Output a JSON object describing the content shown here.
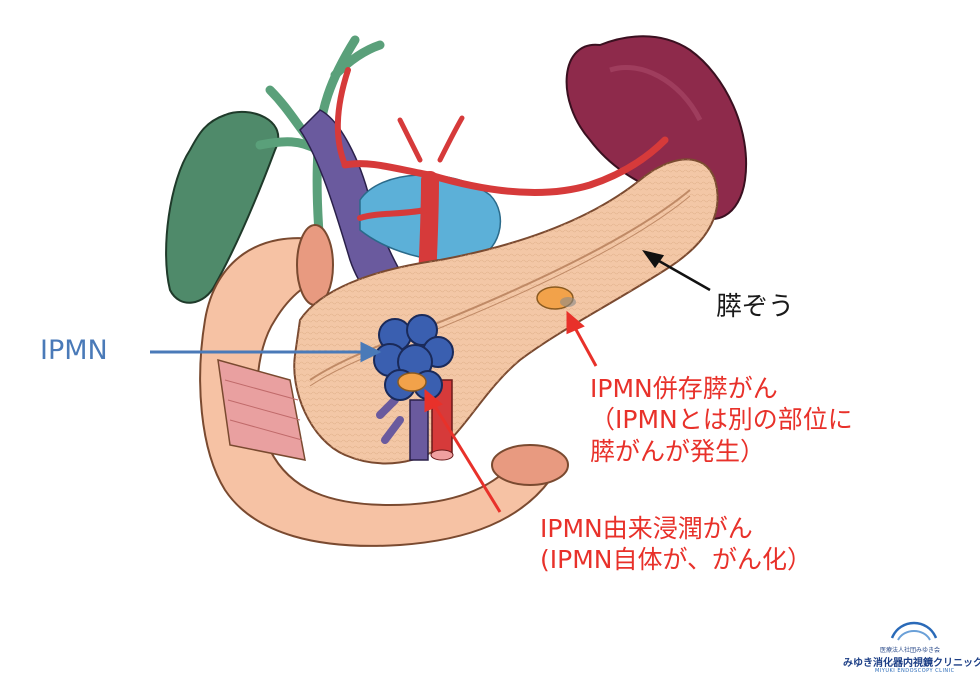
{
  "labels": {
    "pancreas": "膵ぞう",
    "ipmn": "IPMN",
    "concomitant_cancer": [
      "IPMN併存膵がん",
      "（IPMNとは別の部位に",
      "膵がんが発生）"
    ],
    "derived_cancer": [
      "IPMN由来浸潤がん",
      "(IPMN自体が、がん化）"
    ]
  },
  "logo": {
    "small_text": "医療法人社団みゆき会",
    "clinic_name": "みゆき消化器内視鏡クリニック",
    "english_name": "MIYUKI ENDOSCOPY CLINIC",
    "icon": "arc-logo-icon"
  },
  "colors": {
    "red_label": "#e8312a",
    "blue_label": "#4a7ab8",
    "black_label": "#1a1a1a",
    "pancreas": "#f3c7a6",
    "duodenum": "#f6c2a4",
    "spleen": "#8e2a4b",
    "gallbladder": "#4f8a6a",
    "artery": "#d63a3a",
    "vein": "#6a5a9e",
    "ipmn_cyst": "#3a5fb0",
    "tumor": "#f2a24a"
  }
}
